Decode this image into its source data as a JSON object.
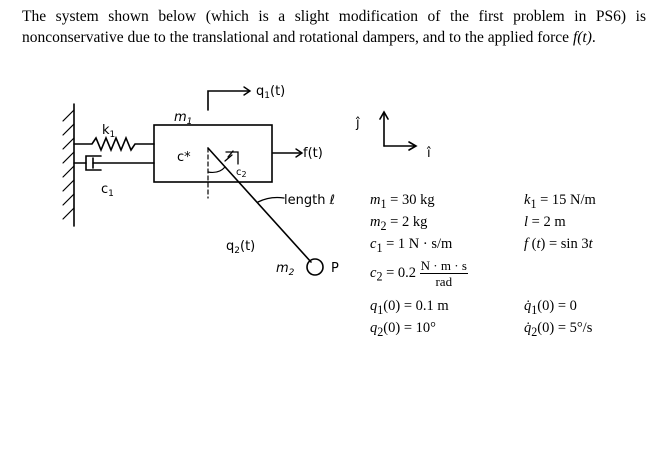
{
  "intro": {
    "text": "The system shown below (which is a slight modification of the first problem in PS6) is nonconservative due to the translational and rotational dampers, and to the applied force ",
    "force_symbol": "f(t)",
    "end": "."
  },
  "diagram": {
    "m1": "m",
    "m1_sub": "1",
    "k1": "k",
    "k1_sub": "1",
    "c1": "c",
    "c1_sub": "1",
    "c2": "c",
    "c2_sub": "2",
    "cstar": "c*",
    "q1": "q",
    "q1_sub": "1",
    "q1_arg": "(t)",
    "q2": "q",
    "q2_sub": "2",
    "q2_arg": "(t)",
    "f": "f(t)",
    "length": "length",
    "length_sym": "ℓ",
    "m2": "m",
    "m2_sub": "2",
    "p": "P",
    "frame_i": "î",
    "frame_j": "ĵ"
  },
  "params": {
    "m1": {
      "sym": "m",
      "sub": "1",
      "rhs": "= 30 kg"
    },
    "m2": {
      "sym": "m",
      "sub": "2",
      "rhs": "= 2 kg"
    },
    "c1": {
      "sym": "c",
      "sub": "1",
      "rhs": "= 1 N · s/m"
    },
    "c2": {
      "sym": "c",
      "sub": "2",
      "rhs": "= 0.2",
      "num": "N · m · s",
      "den": "rad"
    },
    "q1_0": {
      "sym": "q",
      "sub": "1",
      "rhs": "(0) = 0.1 m"
    },
    "q2_0": {
      "sym": "q",
      "sub": "2",
      "rhs": "(0) = 10°"
    },
    "k1": {
      "sym": "k",
      "sub": "1",
      "rhs": "= 15 N/m"
    },
    "l": {
      "sym": "l",
      "rhs": "= 2 m"
    },
    "f": {
      "sym": "f",
      "rhs1": " (",
      "t": "t",
      "rhs2": ") = sin 3",
      "t2": "t"
    },
    "q1dot_0": {
      "sym": "q̇",
      "sub": "1",
      "rhs": "(0) = 0"
    },
    "q2dot_0": {
      "sym": "q̇",
      "sub": "2",
      "rhs": "(0) = 5°/s"
    }
  }
}
